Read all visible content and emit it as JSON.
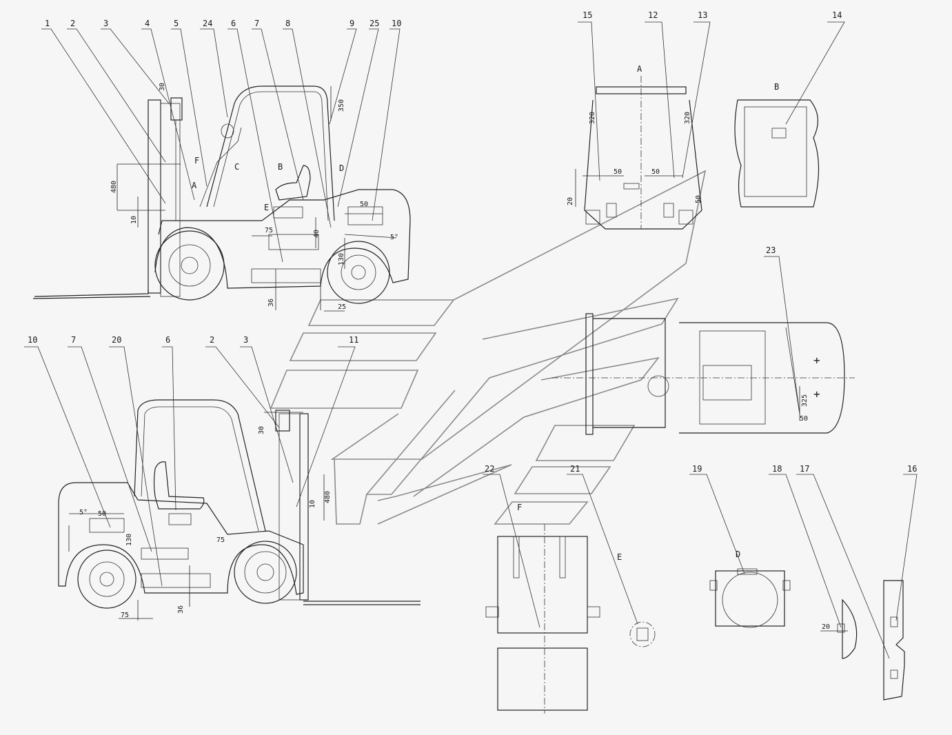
{
  "callouts_top": [
    "1",
    "2",
    "3",
    "4",
    "5",
    "24",
    "6",
    "7",
    "8",
    "9",
    "25",
    "10"
  ],
  "callouts_top_right": [
    "15",
    "12",
    "13",
    "14"
  ],
  "callouts_bottom": [
    "10",
    "7",
    "20",
    "6",
    "2",
    "3",
    "11"
  ],
  "callouts_bottom_right": [
    "22",
    "21",
    "19",
    "18",
    "17",
    "16"
  ],
  "callout_23": "23",
  "view_labels": {
    "A": "A",
    "B": "B",
    "C": "C",
    "D": "D",
    "E": "E",
    "F": "F",
    "B_detail": "B",
    "D_detail": "D",
    "E_detail": "E",
    "F_detail": "F"
  },
  "dims": {
    "d30_top": "30",
    "d350": "350",
    "d480_left": "480",
    "d10": "10",
    "d75": "75",
    "d40": "40",
    "d50_right": "50",
    "d5deg": "5°",
    "d130": "130",
    "d36_top": "36",
    "d25": "25",
    "d50_a": "50",
    "d50_b": "50",
    "d20_a": "20",
    "d50_c": "50",
    "d320_a": "320",
    "d320_b": "320",
    "d325": "325",
    "d50_d": "50",
    "d5deg_b": "5°",
    "d50_e": "50",
    "d130_b": "130",
    "d75_b": "75",
    "d30_b": "30",
    "d480_b": "480",
    "d10_b": "10",
    "d75_c": "75",
    "d36_b": "36",
    "d20_b": "20"
  }
}
